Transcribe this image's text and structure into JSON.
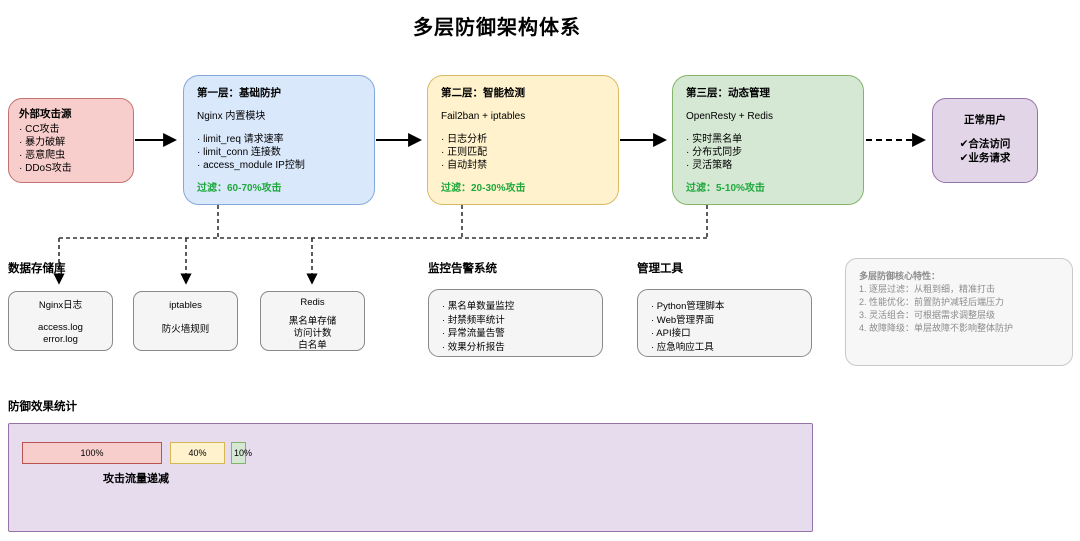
{
  "title": "多层防御架构体系",
  "flow": {
    "attack_source": {
      "title": "外部攻击源",
      "items": [
        "· CC攻击",
        "· 暴力破解",
        "· 恶意爬虫",
        "· DDoS攻击"
      ]
    },
    "layers": [
      {
        "title": "第一层：基础防护",
        "subtitle": "Nginx 内置模块",
        "items": [
          "· limit_req 请求速率",
          "· limit_conn 连接数",
          "· access_module IP控制"
        ],
        "filter": "过滤：60-70%攻击",
        "fill": "#dae8fc",
        "border": "#85a8dc"
      },
      {
        "title": "第二层：智能检测",
        "subtitle": "Fail2ban + iptables",
        "items": [
          "· 日志分析",
          "· 正则匹配",
          "· 自动封禁"
        ],
        "filter": "过滤：20-30%攻击",
        "fill": "#fff2cc",
        "border": "#d9bb66"
      },
      {
        "title": "第三层：动态管理",
        "subtitle": "OpenResty + Redis",
        "items": [
          "· 实时黑名单",
          "· 分布式同步",
          "· 灵活策略"
        ],
        "filter": "过滤：5-10%攻击",
        "fill": "#d5e8d4",
        "border": "#84b46a"
      }
    ],
    "normal_user": {
      "title": "正常用户",
      "items": [
        "✔合法访问",
        "✔业务请求"
      ]
    }
  },
  "storage": {
    "heading": "数据存储库",
    "boxes": [
      {
        "title": "Nginx日志",
        "lines": [
          "access.log",
          "error.log"
        ]
      },
      {
        "title": "iptables",
        "lines": [
          "防火墙规则"
        ]
      },
      {
        "title": "Redis",
        "lines": [
          "黑名单存储",
          "访问计数",
          "白名单"
        ]
      }
    ]
  },
  "monitoring": {
    "heading": "监控告警系统",
    "items": [
      "· 黑名单数量监控",
      "· 封禁频率统计",
      "· 异常流量告警",
      "· 效果分析报告"
    ]
  },
  "tools": {
    "heading": "管理工具",
    "items": [
      "· Python管理脚本",
      "· Web管理界面",
      "· API接口",
      "· 应急响应工具"
    ]
  },
  "note": {
    "title": "多层防御核心特性：",
    "items": [
      "1. 逐层过滤：从粗到细，精准打击",
      "2. 性能优化：前置防护减轻后端压力",
      "3. 灵活组合：可根据需求调整层级",
      "4. 故障降级：单层故障不影响整体防护"
    ]
  },
  "stats": {
    "heading": "防御效果统计",
    "label": "攻击流量递减",
    "bars": [
      {
        "value": "100%",
        "fill": "#f8cecc",
        "border": "#b85450"
      },
      {
        "value": "40%",
        "fill": "#fff2cc",
        "border": "#d6b656"
      },
      {
        "value": "10%",
        "fill": "#d5e8d4",
        "border": "#82b366"
      }
    ]
  },
  "colors": {
    "attack_fill": "#f8cecc",
    "attack_border": "#c27070",
    "user_fill": "#e1d5e7",
    "user_border": "#9673a6",
    "filter_text": "#1fa83c",
    "gray_fill": "#f5f5f5",
    "gray_border": "#8a8a8a",
    "note_text": "#8c8c8c",
    "panel_fill": "#e6dcee",
    "panel_border": "#9673a6",
    "arrow": "#000000"
  }
}
